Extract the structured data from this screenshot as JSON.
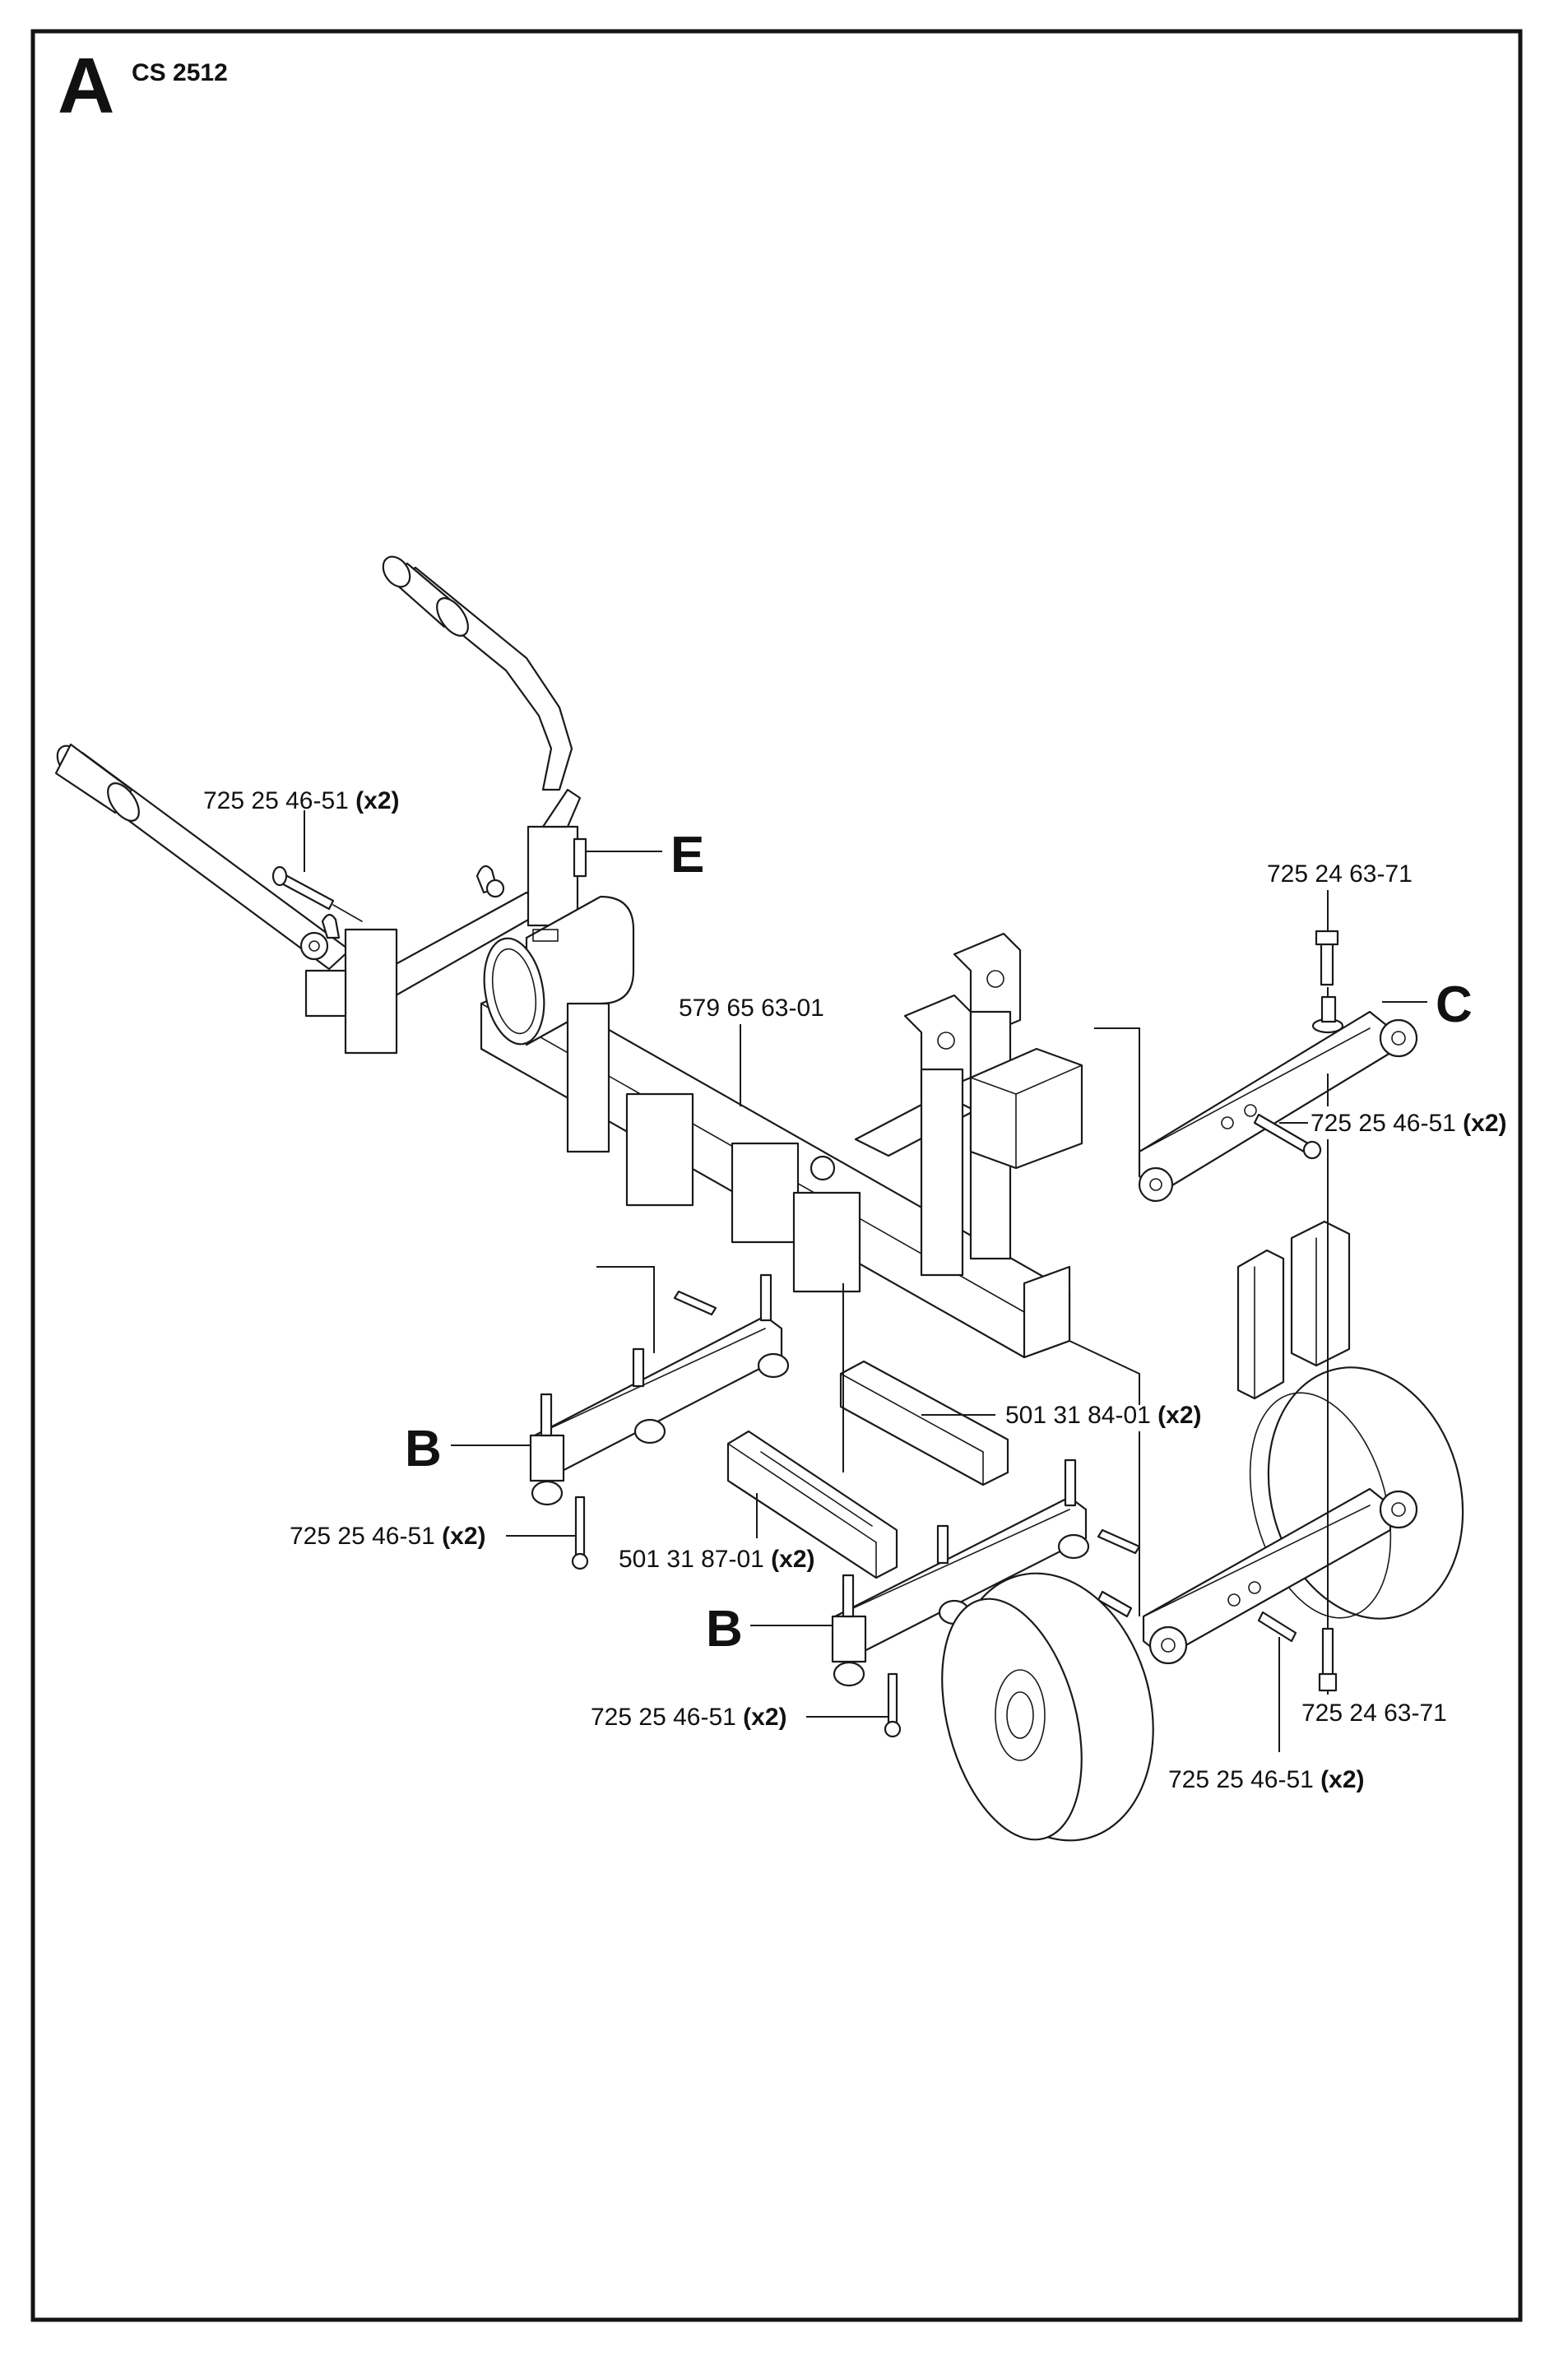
{
  "header": {
    "section_letter": "A",
    "model": "CS 2512"
  },
  "callouts": {
    "E": "E",
    "C": "C",
    "B_upper": "B",
    "B_lower": "B"
  },
  "parts": [
    {
      "id": "bolt-handle",
      "number": "725 25 46-51",
      "qty": "(x2)"
    },
    {
      "id": "bolt-axle-top",
      "number": "725 24 63-71",
      "qty": ""
    },
    {
      "id": "bolt-axle-side",
      "number": "725 25 46-51",
      "qty": "(x2)"
    },
    {
      "id": "main-frame",
      "number": "579 65 63-01",
      "qty": ""
    },
    {
      "id": "sleeve-long",
      "number": "501 31 84-01",
      "qty": "(x2)"
    },
    {
      "id": "bolt-b-upper",
      "number": "725 25 46-51",
      "qty": "(x2)"
    },
    {
      "id": "sleeve-short",
      "number": "501 31 87-01",
      "qty": "(x2)"
    },
    {
      "id": "bolt-b-lower",
      "number": "725 25 46-51",
      "qty": "(x2)"
    },
    {
      "id": "bolt-axle-bottom",
      "number": "725 24 63-71",
      "qty": ""
    },
    {
      "id": "bolt-axle-lower",
      "number": "725 25 46-51",
      "qty": "(x2)"
    }
  ]
}
